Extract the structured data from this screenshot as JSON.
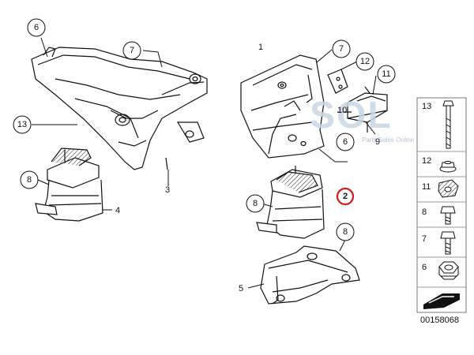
{
  "callouts": [
    {
      "id": "c6a",
      "text": "6"
    },
    {
      "id": "c7a",
      "text": "7"
    },
    {
      "id": "c13a",
      "text": "13"
    },
    {
      "id": "c8a",
      "text": "8"
    },
    {
      "id": "c7b",
      "text": "7"
    },
    {
      "id": "c12",
      "text": "12"
    },
    {
      "id": "c11",
      "text": "11"
    },
    {
      "id": "c6b",
      "text": "6"
    },
    {
      "id": "c8b",
      "text": "8"
    },
    {
      "id": "c2",
      "text": "2"
    },
    {
      "id": "c8c",
      "text": "8"
    }
  ],
  "plain_labels": {
    "l1": "1",
    "l3": "3",
    "l4": "4",
    "l5": "5",
    "l9": "9",
    "l10": "10"
  },
  "sidebar": {
    "items": [
      {
        "number": "13",
        "name": "bolt-long"
      },
      {
        "number": "12",
        "name": "flange-nut"
      },
      {
        "number": "11",
        "name": "clip-nut"
      },
      {
        "number": "8",
        "name": "bolt-short"
      },
      {
        "number": "7",
        "name": "bolt-medium"
      },
      {
        "number": "6",
        "name": "hex-nut"
      }
    ]
  },
  "watermark": {
    "text": "SOL",
    "subtext": "Parts Sales Online"
  },
  "diagram_id": "00158068",
  "colors": {
    "highlight": "#d41a1a",
    "line": "#111111",
    "watermark": "#c9d7e6",
    "panel_border": "#777777"
  }
}
